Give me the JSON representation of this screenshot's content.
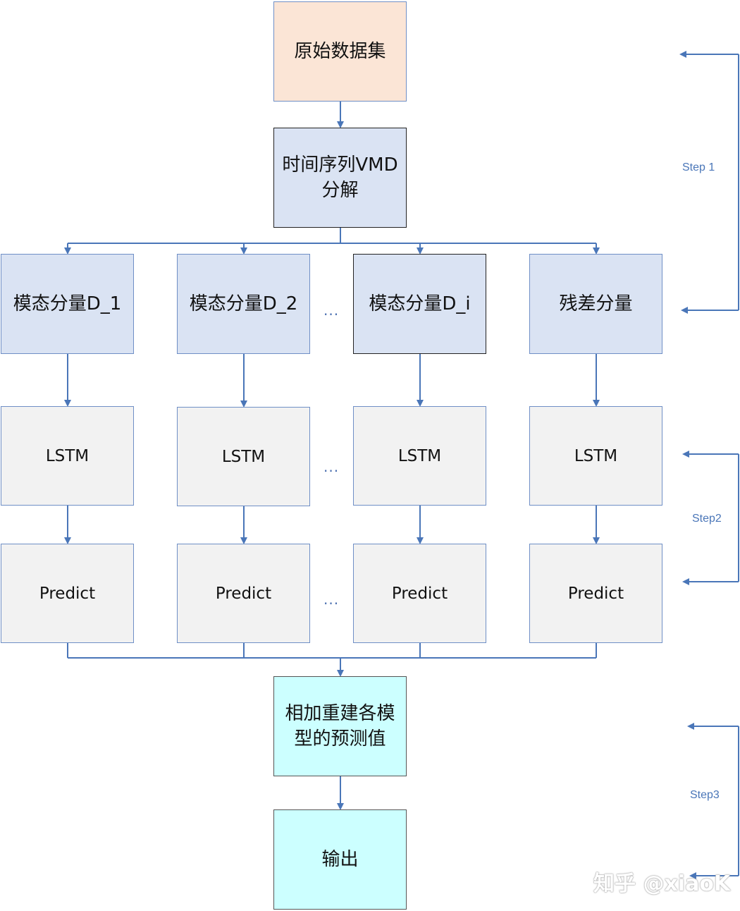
{
  "boxes": {
    "source": "原始数据集",
    "vmd": "时间序列VMD\n分解",
    "modes": [
      "模态分量D_1",
      "模态分量D_2",
      "模态分量D_i",
      "残差分量"
    ],
    "lstm": [
      "LSTM",
      "LSTM",
      "LSTM",
      "LSTM"
    ],
    "predict": [
      "Predict",
      "Predict",
      "Predict",
      "Predict"
    ],
    "reconstruct": "相加重建各模\n型的预测值",
    "output": "输出"
  },
  "ellipsis": "...",
  "steps": {
    "step1": "Step 1",
    "step2": "Step2",
    "step3": "Step3"
  },
  "watermark": "知乎 @xiaoK",
  "colors": {
    "arrow": "#4a76b8",
    "source_fill": "#fbe5d6",
    "vmd_fill": "#dae3f3",
    "lstm_fill": "#f2f2f2",
    "output_fill": "#ccffff"
  }
}
